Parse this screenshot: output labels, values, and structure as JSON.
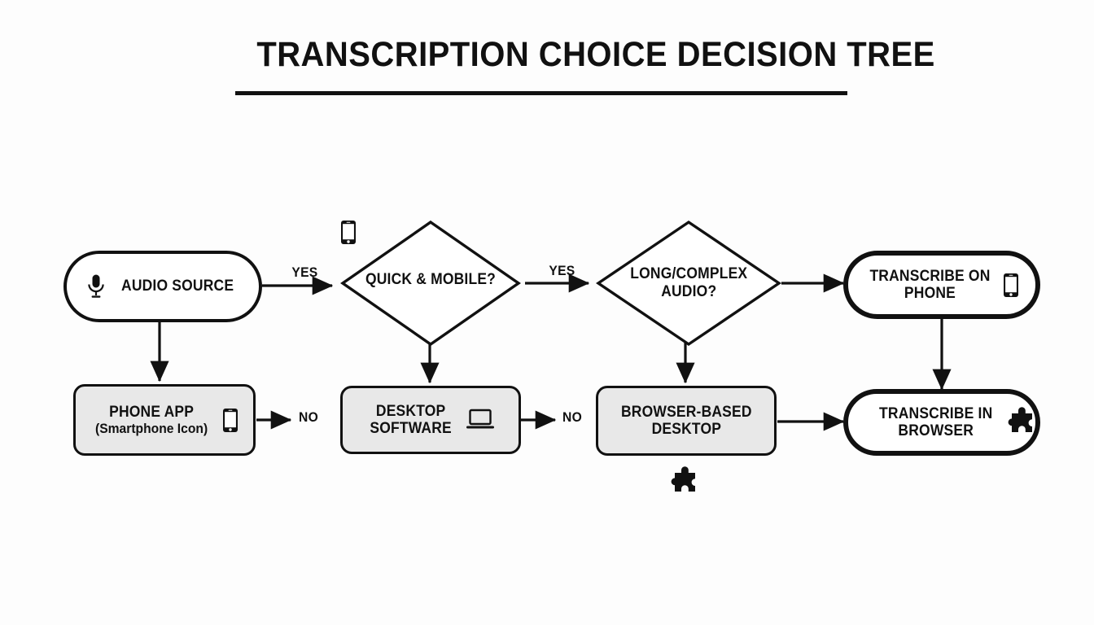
{
  "page": {
    "title": "TRANSCRIPTION CHOICE DECISION TREE",
    "background_color": "#fdfdfd",
    "ink_color": "#111111",
    "process_fill_color": "#e8e8e8",
    "terminal_fill_color": "#ffffff"
  },
  "nodes": {
    "start": {
      "label": "AUDIO SOURCE",
      "icon": "microphone-icon",
      "shape": "pill"
    },
    "decision_quick_mobile": {
      "label": "QUICK & MOBILE?",
      "icon": "smartphone-icon",
      "shape": "diamond"
    },
    "decision_long_complex": {
      "label_line1": "LONG/COMPLEX",
      "label_line2": "AUDIO?",
      "shape": "diamond"
    },
    "phone_app": {
      "label_line1": "PHONE APP",
      "label_line2": "(Smartphone Icon)",
      "icon": "smartphone-icon",
      "shape": "process"
    },
    "desktop_software": {
      "label_line1": "DESKTOP",
      "label_line2": "SOFTWARE",
      "icon": "laptop-icon",
      "shape": "process"
    },
    "browser_based_desktop": {
      "label_line1": "BROWSER-BASED",
      "label_line2": "DESKTOP",
      "icon": "puzzle-piece-icon",
      "shape": "process"
    },
    "transcribe_on_phone": {
      "label_line1": "TRANSCRIBE ON",
      "label_line2": "PHONE",
      "icon": "smartphone-icon",
      "shape": "terminal"
    },
    "transcribe_in_browser": {
      "label_line1": "TRANSCRIBE IN",
      "label_line2": "BROWSER",
      "icon": "puzzle-piece-icon",
      "shape": "terminal"
    }
  },
  "edge_labels": {
    "yes_1": "YES",
    "yes_2": "YES",
    "no_1": "NO",
    "no_2": "NO"
  },
  "chart_data": {
    "type": "diagram",
    "title": "TRANSCRIPTION CHOICE DECISION TREE",
    "diagram_kind": "decision-tree-flowchart",
    "node_list": [
      {
        "id": "start",
        "text": "AUDIO SOURCE",
        "shape": "pill",
        "icon": "microphone-icon"
      },
      {
        "id": "decision_quick_mobile",
        "text": "QUICK & MOBILE?",
        "shape": "diamond",
        "icon": "smartphone-icon"
      },
      {
        "id": "decision_long_complex",
        "text": "LONG/COMPLEX AUDIO?",
        "shape": "diamond",
        "icon": null
      },
      {
        "id": "phone_app",
        "text": "PHONE APP (Smartphone Icon)",
        "shape": "process",
        "icon": "smartphone-icon"
      },
      {
        "id": "desktop_software",
        "text": "DESKTOP SOFTWARE",
        "shape": "process",
        "icon": "laptop-icon"
      },
      {
        "id": "browser_based_desktop",
        "text": "BROWSER-BASED DESKTOP",
        "shape": "process",
        "icon": "puzzle-piece-icon"
      },
      {
        "id": "transcribe_on_phone",
        "text": "TRANSCRIBE ON PHONE",
        "shape": "terminal",
        "icon": "smartphone-icon"
      },
      {
        "id": "transcribe_in_browser",
        "text": "TRANSCRIBE IN BROWSER",
        "shape": "terminal",
        "icon": "puzzle-piece-icon"
      }
    ],
    "edges": [
      {
        "from": "start",
        "to": "decision_quick_mobile",
        "label": "YES"
      },
      {
        "from": "start",
        "to": "phone_app",
        "label": ""
      },
      {
        "from": "decision_quick_mobile",
        "to": "decision_long_complex",
        "label": "YES"
      },
      {
        "from": "decision_quick_mobile",
        "to": "desktop_software",
        "label": ""
      },
      {
        "from": "decision_long_complex",
        "to": "transcribe_on_phone",
        "label": ""
      },
      {
        "from": "decision_long_complex",
        "to": "browser_based_desktop",
        "label": ""
      },
      {
        "from": "phone_app",
        "to": "no_1",
        "label": "NO"
      },
      {
        "from": "desktop_software",
        "to": "no_2",
        "label": "NO"
      },
      {
        "from": "browser_based_desktop",
        "to": "transcribe_in_browser",
        "label": ""
      },
      {
        "from": "transcribe_on_phone",
        "to": "transcribe_in_browser",
        "label": ""
      }
    ]
  }
}
